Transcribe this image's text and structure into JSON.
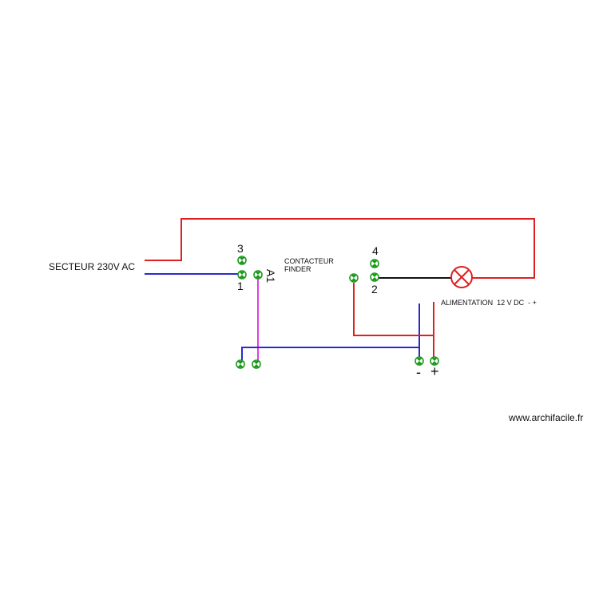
{
  "labels": {
    "secteur": "SECTEUR 230V AC",
    "contacteur_line1": "CONTACTEUR",
    "contacteur_line2": "FINDER",
    "alimentation": "ALIMENTATION  12 V DC  - +",
    "terminal_3": "3",
    "terminal_1": "1",
    "terminal_a1": "A1",
    "terminal_4": "4",
    "terminal_2": "2",
    "minus": "-",
    "plus": "+",
    "watermark": "www.archifacile.fr"
  },
  "colors": {
    "phase_wire": "#e02020",
    "neutral_wire": "#2a2ad0",
    "coil_wire": "#e040e0",
    "signal_wire": "#111111",
    "connector": "#1a9a1a",
    "lamp": "#e02020"
  },
  "icons": {
    "connector": "terminal-connector-icon",
    "lamp": "lamp-icon"
  }
}
